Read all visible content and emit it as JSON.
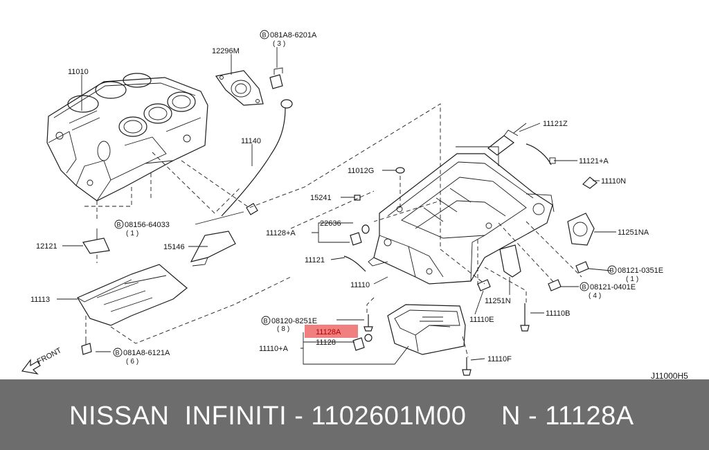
{
  "diagram": {
    "code": "J11000H5",
    "front": "FRONT",
    "highlight_color": "#f08080",
    "labels": {
      "p11010": "11010",
      "p12296m": "12296M",
      "b081a8_6201a": "081A8-6201A",
      "b081a8_6201a_qty": "3",
      "p11140": "11140",
      "p11121z": "11121Z",
      "p11121a_plus": "11121+A",
      "p11012g": "11012G",
      "p15241": "15241",
      "p11110n": "11110N",
      "b08156_64033": "08156-64033",
      "b08156_64033_qty": "1",
      "p22636": "22636",
      "p11128a_plus": "11128+A",
      "p11251na": "11251NA",
      "p12121": "12121",
      "p15146": "15146",
      "p11121": "11121",
      "b08121_0351e": "08121-0351E",
      "b08121_0351e_qty": "1",
      "p11110": "11110",
      "b08121_0401e": "08121-0401E",
      "b08121_0401e_qty": "4",
      "p11113": "11113",
      "p11251n": "11251N",
      "b08120_8251e": "08120-8251E",
      "b08120_8251e_qty": "8",
      "p11110b": "11110B",
      "p11110e": "11110E",
      "p11128a_hl": "11128A",
      "p11110a_plus": "11110+A",
      "p11128": "11128",
      "b081a8_6121a": "081A8-6121A",
      "b081a8_6121a_qty": "6",
      "p11110f": "11110F",
      "b_mark": "B"
    }
  },
  "footer": {
    "left": "NISSAN  INFINITI - 1102601M00",
    "right": "N - 11128A"
  }
}
